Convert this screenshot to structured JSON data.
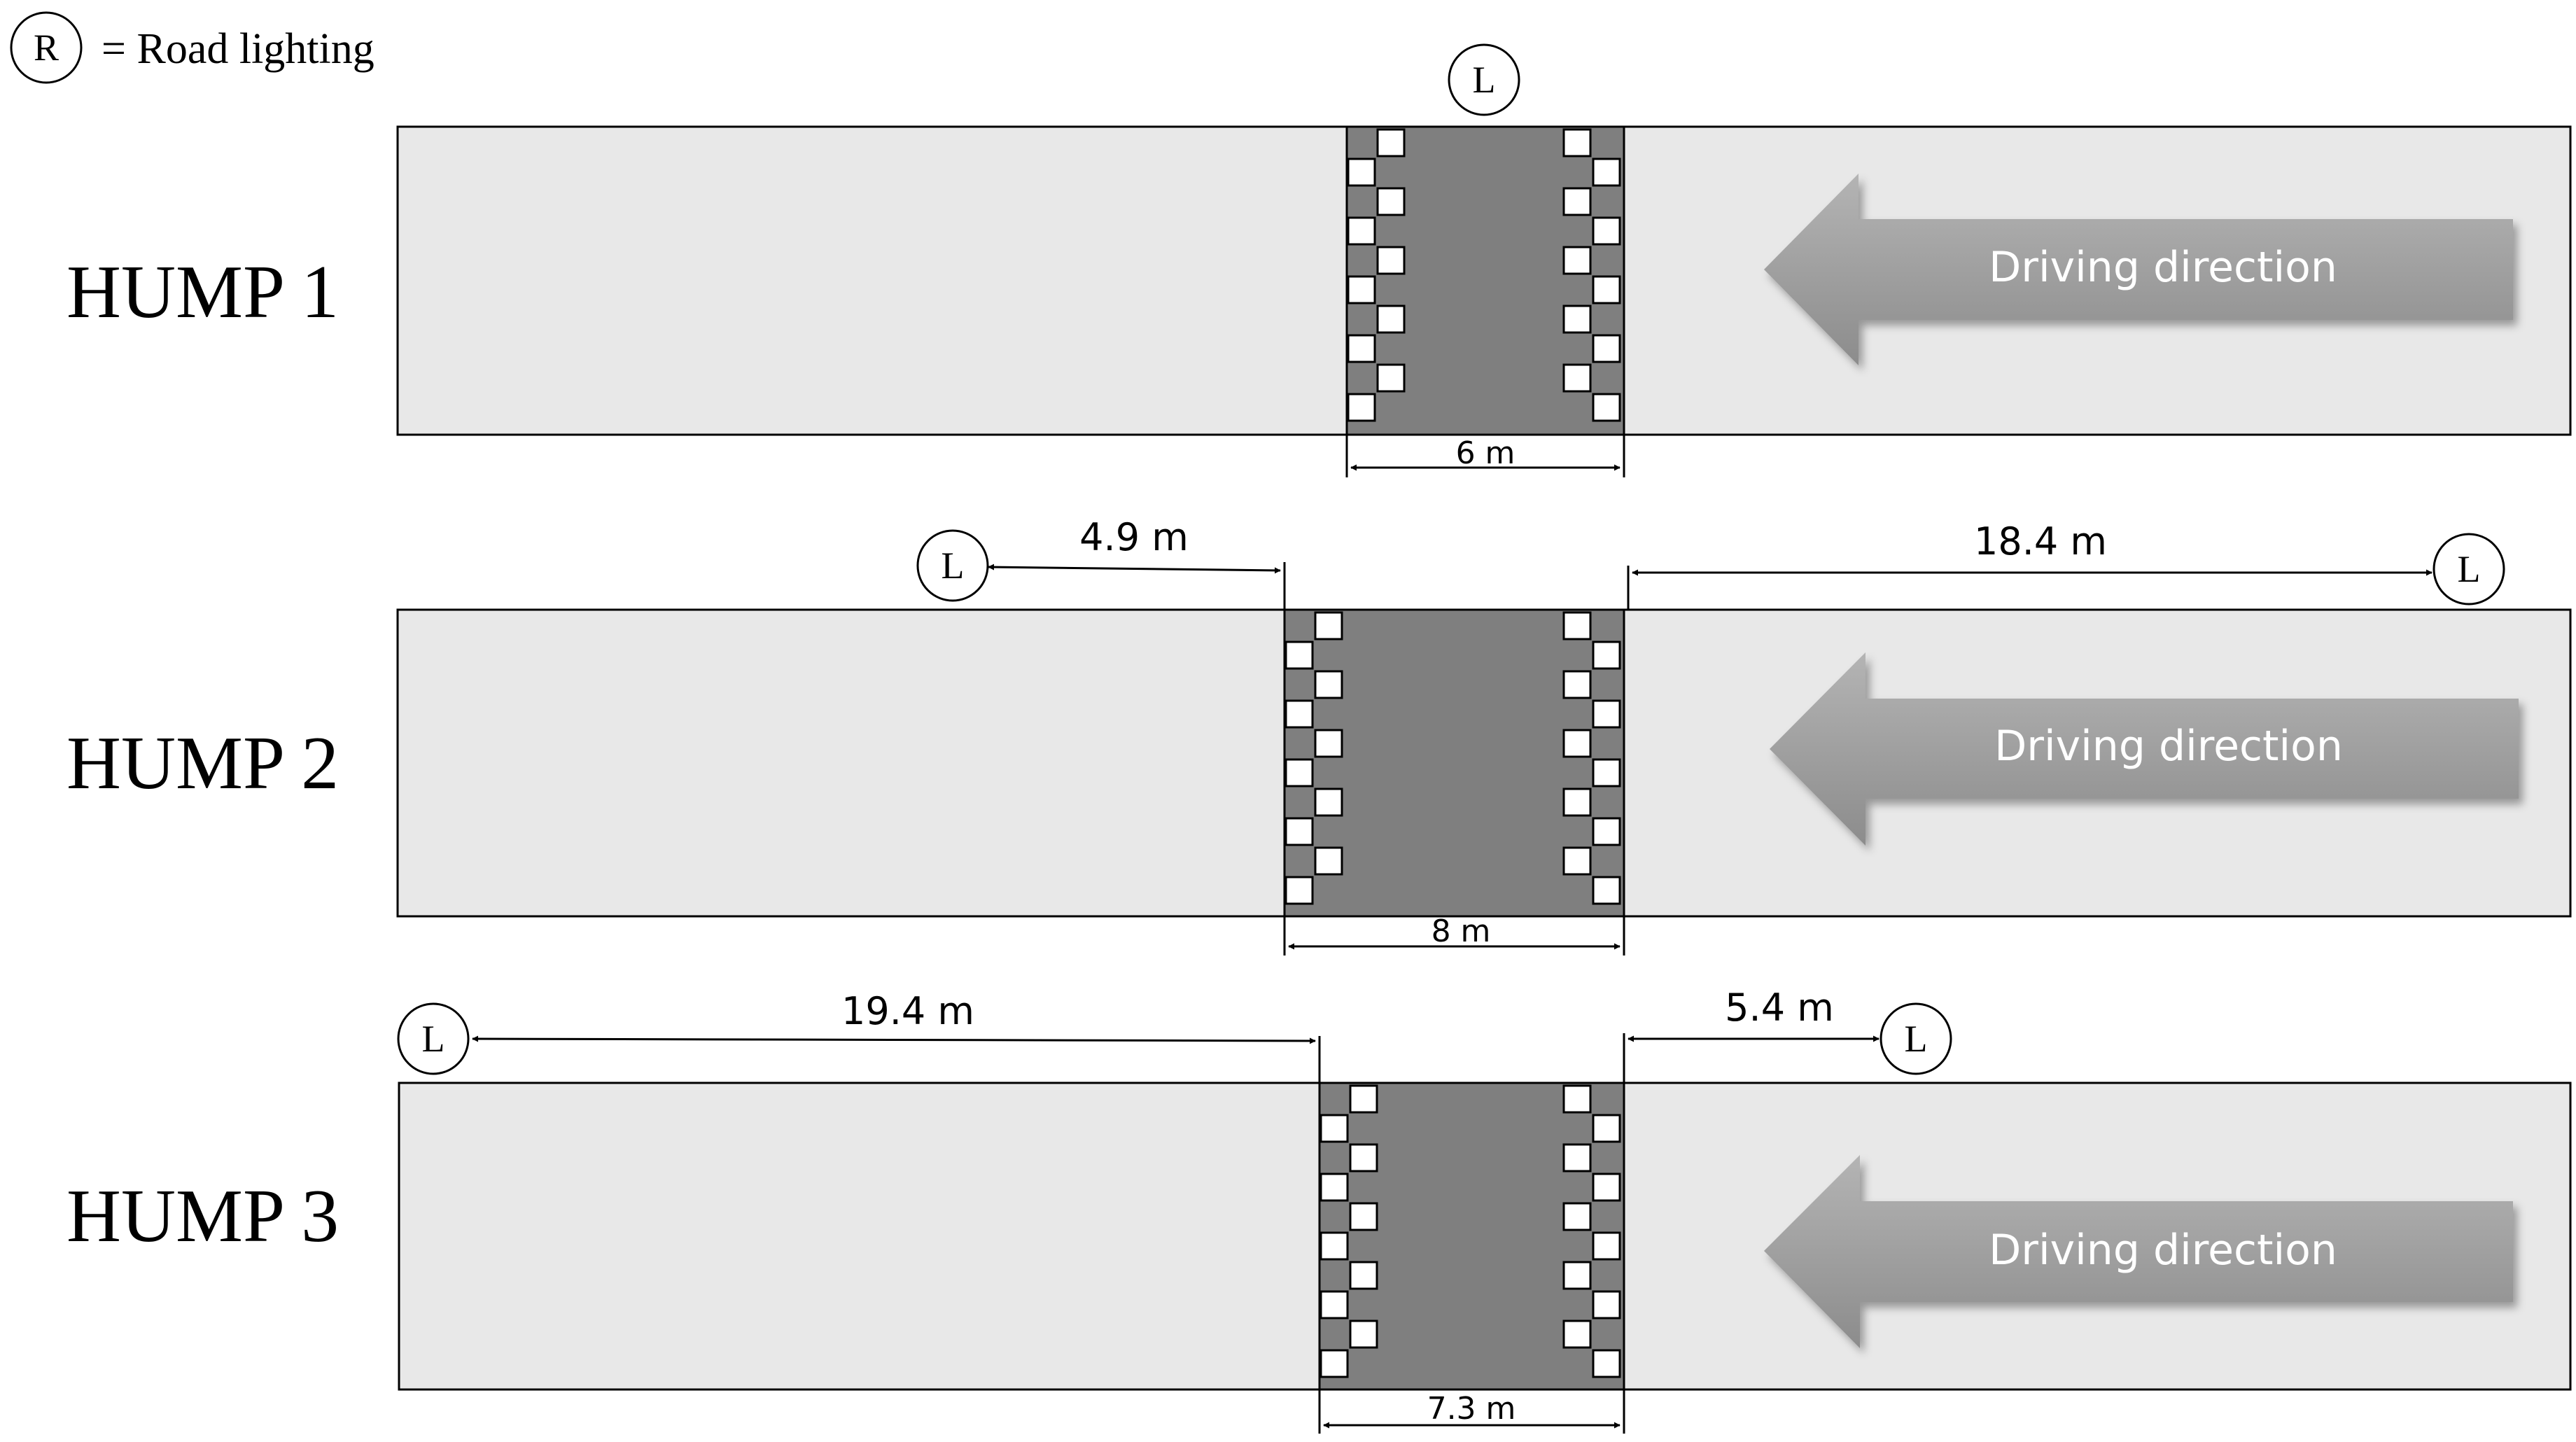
{
  "legend": {
    "symbol": "R",
    "text": "= Road lighting"
  },
  "lamp_symbol": "L",
  "arrow_label": "Driving direction",
  "humps": [
    {
      "label": "HUMP 1",
      "hump_width": "6 m",
      "left_lamp_distance": "",
      "right_lamp_distance": ""
    },
    {
      "label": "HUMP 2",
      "hump_width": "8 m",
      "left_lamp_distance": "4.9 m",
      "right_lamp_distance": "18.4 m"
    },
    {
      "label": "HUMP 3",
      "hump_width": "7.3 m",
      "left_lamp_distance": "19.4 m",
      "right_lamp_distance": "5.4 m"
    }
  ],
  "colors": {
    "road": "#e8e8e8",
    "hump": "#7f7f7f",
    "arrow_light": "#b4b4b4",
    "arrow_dark": "#8c8c8c",
    "arrow_text": "#ffffff",
    "line": "#000000"
  }
}
